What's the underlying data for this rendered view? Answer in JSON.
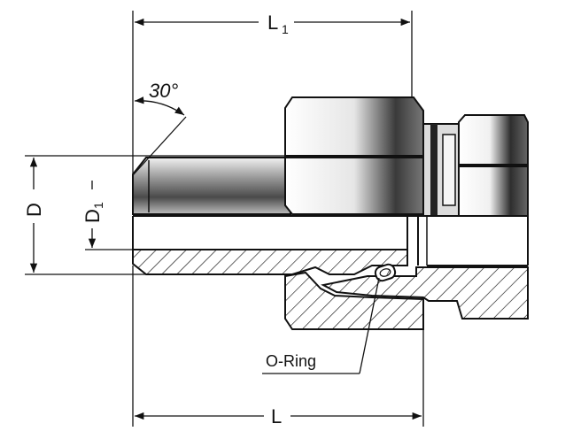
{
  "drawing": {
    "labels": {
      "l1": "L",
      "l1_sub": "1",
      "l": "L",
      "d": "D",
      "d1": "D",
      "d1_sub": "1",
      "angle": "30°",
      "o_ring": "O-Ring"
    },
    "colors": {
      "ink": "#111111",
      "paper": "#ffffff",
      "shade": "#555555"
    }
  }
}
